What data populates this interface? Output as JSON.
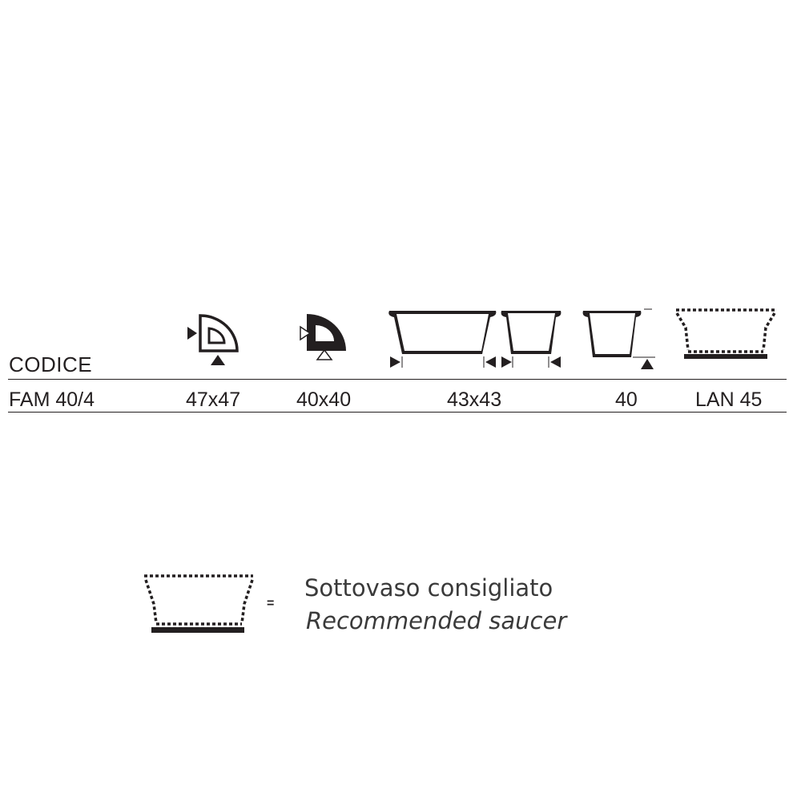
{
  "table": {
    "header": {
      "code_label": "CODICE"
    },
    "row": {
      "code": "FAM 40/4",
      "size_corner_outer": "47x47",
      "size_corner_inner": "40x40",
      "size_width": "43x43",
      "height": "40",
      "saucer": "LAN 45"
    }
  },
  "icons": {
    "col1": "corner-outer-dimension-icon",
    "col2": "corner-inner-dimension-icon",
    "col3a": "wide-pot-width-icon",
    "col3b": "narrow-pot-width-icon",
    "col4": "pot-height-icon",
    "col5": "saucer-dotted-icon"
  },
  "legend": {
    "equals": "=",
    "title_it": "Sottovaso consigliato",
    "title_en": "Recommended saucer",
    "icon": "saucer-dotted-icon"
  },
  "colors": {
    "ink": "#231f20",
    "background": "#ffffff"
  }
}
